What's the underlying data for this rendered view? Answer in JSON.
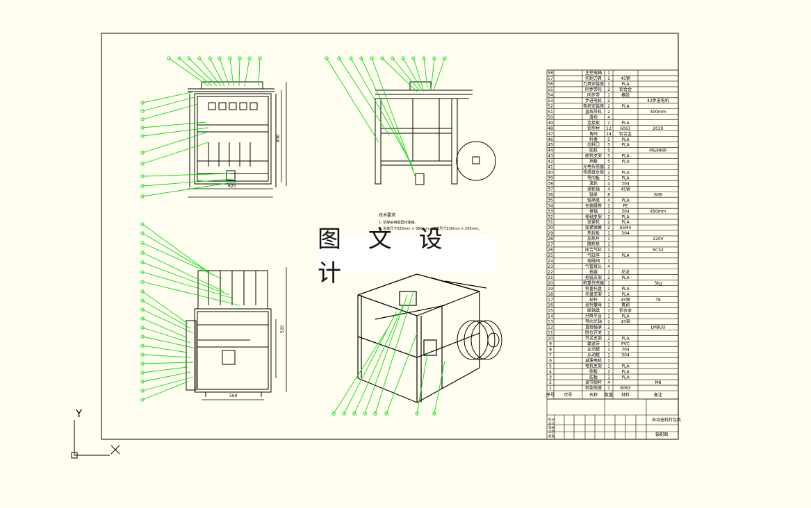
{
  "ucs": {
    "y_label": "Y",
    "x_label": "X"
  },
  "watermark": {
    "text": "图 文 设 计"
  },
  "colors": {
    "background": "#fffef0",
    "lines": "#000000",
    "leaders": "#00e000"
  },
  "dimensions": {
    "front_width": "620",
    "front_height": "830",
    "bottom_width": "560",
    "bottom_height": "520"
  },
  "tech_notes": {
    "heading": "技术要求",
    "line1": "1. 机架采用铝型材连接。",
    "line2": "2. 总体尺寸620mm × 560mm，底部尺寸330mm × 250mm。"
  },
  "title_block": {
    "product_name": "自动选料打包机",
    "drawing_name": "装配图",
    "header_cols": [
      "序号",
      "代号",
      "名称",
      "数量",
      "材料",
      "备注"
    ],
    "sign_rows": [
      "标记",
      "设计",
      "审核",
      "工艺",
      "批准"
    ]
  },
  "bom_rows": [
    {
      "no": "58",
      "name": "主控电箱",
      "qty": "1",
      "mat": "",
      "note": ""
    },
    {
      "no": "57",
      "name": "切割刀具",
      "qty": "1",
      "mat": "45钢",
      "note": ""
    },
    {
      "no": "56",
      "name": "刀具安装座",
      "qty": "1",
      "mat": "PLA",
      "note": ""
    },
    {
      "no": "55",
      "name": "同步带轮",
      "qty": "2",
      "mat": "铝合金",
      "note": ""
    },
    {
      "no": "54",
      "name": "同步带",
      "qty": "1",
      "mat": "橡胶",
      "note": ""
    },
    {
      "no": "53",
      "name": "步进电机",
      "qty": "2",
      "mat": "",
      "note": "42步进电机"
    },
    {
      "no": "52",
      "name": "电机安装座",
      "qty": "2",
      "mat": "PLA",
      "note": ""
    },
    {
      "no": "51",
      "name": "直线导轨",
      "qty": "2",
      "mat": "",
      "note": "400mm"
    },
    {
      "no": "50",
      "name": "滑块",
      "qty": "4",
      "mat": "",
      "note": ""
    },
    {
      "no": "49",
      "name": "连接板",
      "qty": "2",
      "mat": "PLA",
      "note": ""
    },
    {
      "no": "48",
      "name": "铝型材",
      "qty": "12",
      "mat": "6063",
      "note": "2020"
    },
    {
      "no": "47",
      "name": "角码",
      "qty": "24",
      "mat": "铝合金",
      "note": ""
    },
    {
      "no": "46",
      "name": "料盒",
      "qty": "5",
      "mat": "PLA",
      "note": ""
    },
    {
      "no": "45",
      "name": "出料口",
      "qty": "5",
      "mat": "PLA",
      "note": ""
    },
    {
      "no": "44",
      "name": "舵机",
      "qty": "5",
      "mat": "",
      "note": "MG996R"
    },
    {
      "no": "43",
      "name": "舵机支架",
      "qty": "5",
      "mat": "PLA",
      "note": ""
    },
    {
      "no": "42",
      "name": "挡板",
      "qty": "5",
      "mat": "PLA",
      "note": ""
    },
    {
      "no": "41",
      "name": "光电传感器",
      "qty": "2",
      "mat": "",
      "note": ""
    },
    {
      "no": "40",
      "name": "传感器支架",
      "qty": "2",
      "mat": "PLA",
      "note": ""
    },
    {
      "no": "39",
      "name": "导向板",
      "qty": "1",
      "mat": "PLA",
      "note": ""
    },
    {
      "no": "38",
      "name": "滚轮",
      "qty": "4",
      "mat": "304",
      "note": ""
    },
    {
      "no": "37",
      "name": "滚轮轴",
      "qty": "4",
      "mat": "45钢",
      "note": ""
    },
    {
      "no": "36",
      "name": "轴承",
      "qty": "8",
      "mat": "",
      "note": "608"
    },
    {
      "no": "35",
      "name": "轴承座",
      "qty": "4",
      "mat": "PLA",
      "note": ""
    },
    {
      "no": "34",
      "name": "包装膜卷",
      "qty": "1",
      "mat": "PE",
      "note": ""
    },
    {
      "no": "33",
      "name": "卷轴",
      "qty": "1",
      "mat": "304",
      "note": "450mm"
    },
    {
      "no": "32",
      "name": "卷轴支架",
      "qty": "2",
      "mat": "PLA",
      "note": ""
    },
    {
      "no": "31",
      "name": "张紧轮",
      "qty": "2",
      "mat": "PLA",
      "note": ""
    },
    {
      "no": "30",
      "name": "张紧弹簧",
      "qty": "2",
      "mat": "65Mn",
      "note": ""
    },
    {
      "no": "29",
      "name": "热封板",
      "qty": "1",
      "mat": "304",
      "note": ""
    },
    {
      "no": "28",
      "name": "加热片",
      "qty": "1",
      "mat": "",
      "note": "220V"
    },
    {
      "no": "27",
      "name": "隔热垫",
      "qty": "1",
      "mat": "",
      "note": ""
    },
    {
      "no": "26",
      "name": "压合气缸",
      "qty": "1",
      "mat": "",
      "note": "SC32"
    },
    {
      "no": "25",
      "name": "气缸座",
      "qty": "1",
      "mat": "PLA",
      "note": ""
    },
    {
      "no": "24",
      "name": "电磁阀",
      "qty": "1",
      "mat": "",
      "note": ""
    },
    {
      "no": "23",
      "name": "气管接头",
      "qty": "4",
      "mat": "",
      "note": ""
    },
    {
      "no": "22",
      "name": "拖链",
      "qty": "1",
      "mat": "尼龙",
      "note": ""
    },
    {
      "no": "21",
      "name": "拖链支架",
      "qty": "2",
      "mat": "PLA",
      "note": ""
    },
    {
      "no": "20",
      "name": "称重传感器",
      "qty": "1",
      "mat": "",
      "note": "5kg"
    },
    {
      "no": "19",
      "name": "称重托盘",
      "qty": "1",
      "mat": "PLA",
      "note": ""
    },
    {
      "no": "18",
      "name": "托盘支架",
      "qty": "1",
      "mat": "PLA",
      "note": ""
    },
    {
      "no": "17",
      "name": "丝杆",
      "qty": "1",
      "mat": "45钢",
      "note": "T8"
    },
    {
      "no": "16",
      "name": "丝杆螺母",
      "qty": "1",
      "mat": "黄铜",
      "note": ""
    },
    {
      "no": "15",
      "name": "联轴器",
      "qty": "1",
      "mat": "铝合金",
      "note": ""
    },
    {
      "no": "14",
      "name": "升降平台",
      "qty": "1",
      "mat": "PLA",
      "note": ""
    },
    {
      "no": "13",
      "name": "导向光轴",
      "qty": "2",
      "mat": "45钢",
      "note": ""
    },
    {
      "no": "12",
      "name": "直线轴承",
      "qty": "2",
      "mat": "",
      "note": "LM8UU"
    },
    {
      "no": "11",
      "name": "限位开关",
      "qty": "2",
      "mat": "",
      "note": ""
    },
    {
      "no": "10",
      "name": "开关支架",
      "qty": "2",
      "mat": "PLA",
      "note": ""
    },
    {
      "no": "9",
      "name": "输送带",
      "qty": "1",
      "mat": "PVC",
      "note": ""
    },
    {
      "no": "8",
      "name": "主动辊",
      "qty": "1",
      "mat": "304",
      "note": ""
    },
    {
      "no": "7",
      "name": "从动辊",
      "qty": "1",
      "mat": "304",
      "note": ""
    },
    {
      "no": "6",
      "name": "减速电机",
      "qty": "1",
      "mat": "",
      "note": ""
    },
    {
      "no": "5",
      "name": "电机支架",
      "qty": "1",
      "mat": "PLA",
      "note": ""
    },
    {
      "no": "4",
      "name": "侧板",
      "qty": "2",
      "mat": "PLA",
      "note": ""
    },
    {
      "no": "3",
      "name": "底板",
      "qty": "1",
      "mat": "PLA",
      "note": ""
    },
    {
      "no": "2",
      "name": "调节脚杯",
      "qty": "4",
      "mat": "",
      "note": "M8"
    },
    {
      "no": "1",
      "name": "机架底座",
      "qty": "1",
      "mat": "6063",
      "note": ""
    }
  ]
}
